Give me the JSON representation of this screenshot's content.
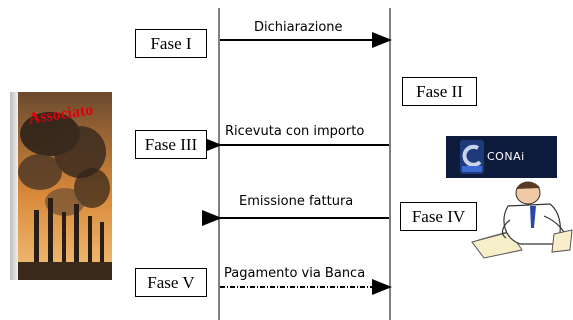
{
  "phases": {
    "fase1": "Fase I",
    "fase2": "Fase II",
    "fase3": "Fase III",
    "fase4": "Fase IV",
    "fase5": "Fase V"
  },
  "messages": {
    "m1": "Dichiarazione",
    "m2": "Ricevuta con importo",
    "m3": "Emissione fattura",
    "m4": "Pagamento via Banca"
  },
  "actors": {
    "associato": "Associato",
    "conai": "CONAi"
  },
  "icons": {
    "associato_image": "factory-smokestacks-image",
    "conai_logo": "conai-logo",
    "clerk_image": "clerk-with-papers-image"
  },
  "colors": {
    "associato_title": "#e0000a",
    "conai_bg": "#0d1b3d",
    "smoke": "#3b2a1e",
    "sky": "#d98a3a"
  }
}
